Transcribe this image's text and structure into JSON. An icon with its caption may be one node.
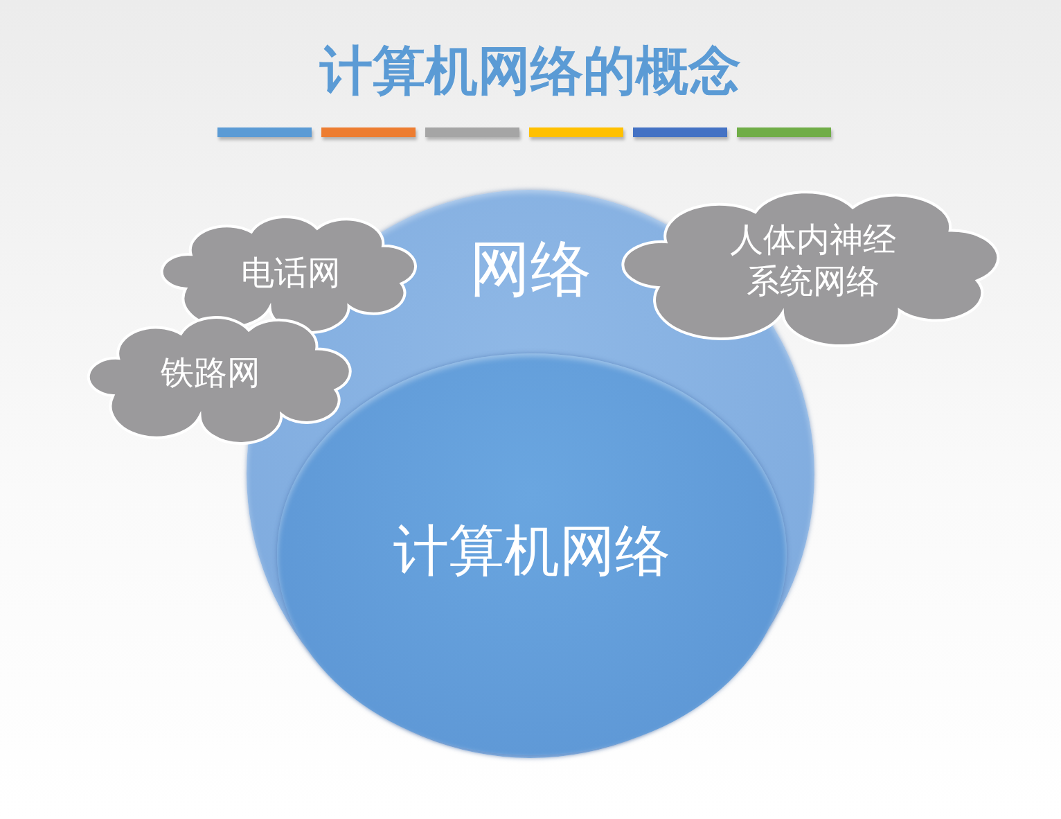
{
  "diagram": {
    "title": "计算机网络的概念",
    "nodes": [
      {
        "text": [
          "网络"
        ]
      },
      {
        "text": [
          "计算机网络"
        ],
        "in": 0
      },
      {
        "text": [
          "电话网"
        ]
      },
      {
        "text": [
          "铁路网"
        ]
      },
      {
        "text": [
          "人体内神经系统网络"
        ]
      }
    ],
    "edges": []
  }
}
